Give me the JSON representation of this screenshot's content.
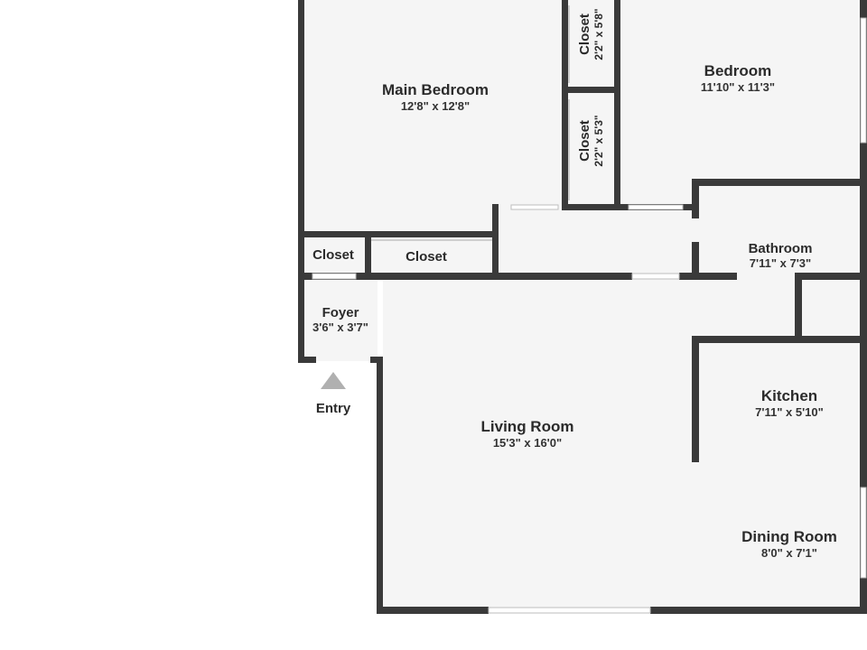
{
  "rooms": {
    "main_bedroom": {
      "name": "Main Bedroom",
      "dims": "12'8\" x 12'8\""
    },
    "bedroom": {
      "name": "Bedroom",
      "dims": "11'10\" x 11'3\""
    },
    "closet_top": {
      "name": "Closet",
      "dims": "2'2\" x 5'8\""
    },
    "closet_mid": {
      "name": "Closet",
      "dims": "2'2\" x 5'3\""
    },
    "closet_small": {
      "name": "Closet"
    },
    "closet_hall": {
      "name": "Closet"
    },
    "bathroom": {
      "name": "Bathroom",
      "dims": "7'11\" x 7'3\""
    },
    "foyer": {
      "name": "Foyer",
      "dims": "3'6\" x 3'7\""
    },
    "living_room": {
      "name": "Living Room",
      "dims": "15'3\" x 16'0\""
    },
    "kitchen": {
      "name": "Kitchen",
      "dims": "7'11\" x 5'10\""
    },
    "dining_room": {
      "name": "Dining Room",
      "dims": "8'0\" x 7'1\""
    }
  },
  "entry": {
    "label": "Entry"
  },
  "colors": {
    "wall": "#3a3a3a",
    "floor": "#f5f5f5",
    "window": "#ffffff",
    "entry_arrow": "#b0b0b0"
  }
}
